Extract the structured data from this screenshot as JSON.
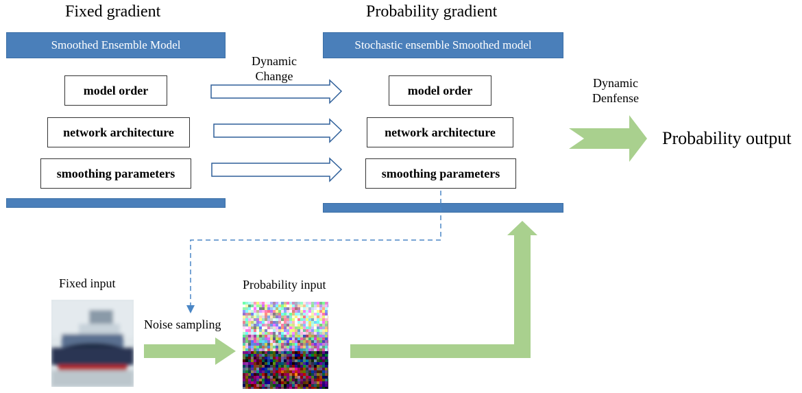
{
  "left": {
    "heading": "Fixed gradient",
    "bar_title": "Smoothed Ensemble Model",
    "items": [
      "model order",
      "network architecture",
      "smoothing parameters"
    ]
  },
  "right": {
    "heading": "Probability gradient",
    "bar_title": "Stochastic ensemble Smoothed model",
    "items": [
      "model order",
      "network architecture",
      "smoothing parameters"
    ]
  },
  "dynamic_change": [
    "Dynamic",
    "Change"
  ],
  "dynamic_defense": [
    "Dynamic",
    "Denfense"
  ],
  "output_label": "Probability output",
  "fixed_input_label": "Fixed input",
  "probability_input_label": "Probability input",
  "noise_sampling_label": "Noise sampling",
  "colors": {
    "bar_blue": "#4a7fba",
    "arrow_green": "#a9d08e",
    "arrow_outline_blue": "#2e5f99",
    "dashed_blue": "#4a86c5"
  }
}
